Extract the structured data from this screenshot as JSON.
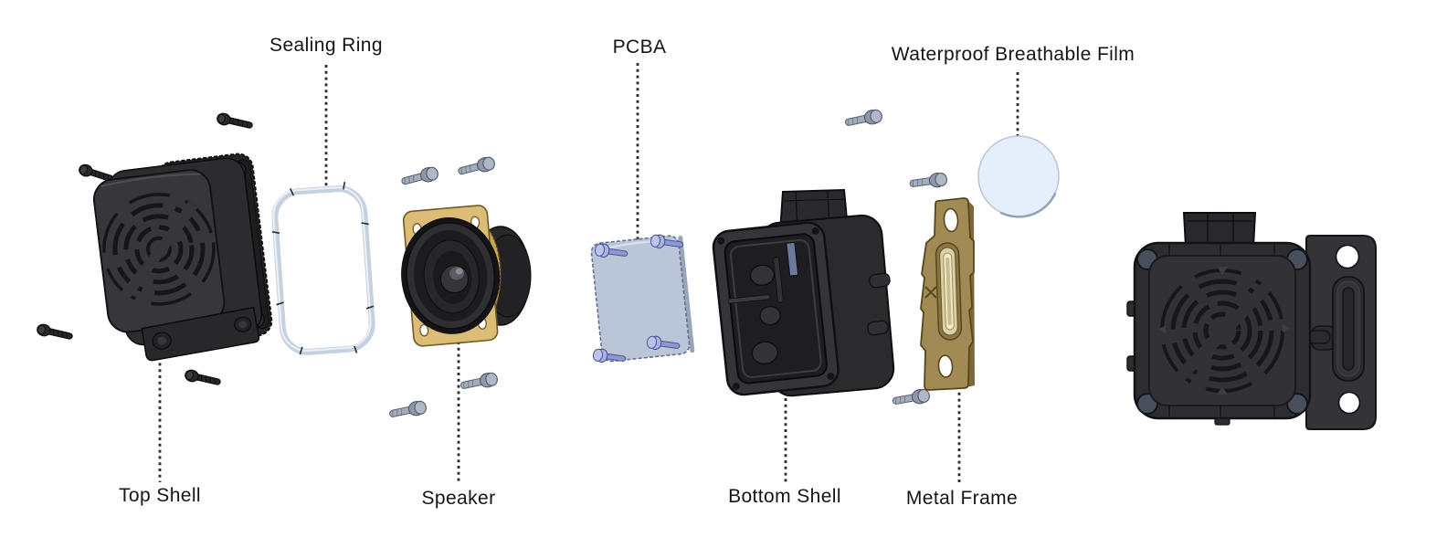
{
  "figure": {
    "callouts": {
      "top_shell": "Top Shell",
      "sealing_ring": "Sealing Ring",
      "speaker": "Speaker",
      "pcba": "PCBA",
      "bottom_shell": "Bottom Shell",
      "metal_frame": "Metal Frame",
      "waterproof_breathable_film": "Waterproof Breathable Film"
    },
    "colors": {
      "background": "#ffffff",
      "housing_dark": "#2d2d31",
      "speaker_flange_gold": "#ddbd75",
      "sealing_ring_silver": "#c6d1df",
      "pcba_plate_blue_gray": "#bac6d8",
      "pcba_screw_lavender": "#a9b3e3",
      "machine_screw_silver": "#a3adbd",
      "metal_frame_brass": "#a18a54",
      "breathable_film_blue": "#e4effb",
      "label_text": "#151515",
      "leader_line": "#2e2e2e"
    }
  }
}
